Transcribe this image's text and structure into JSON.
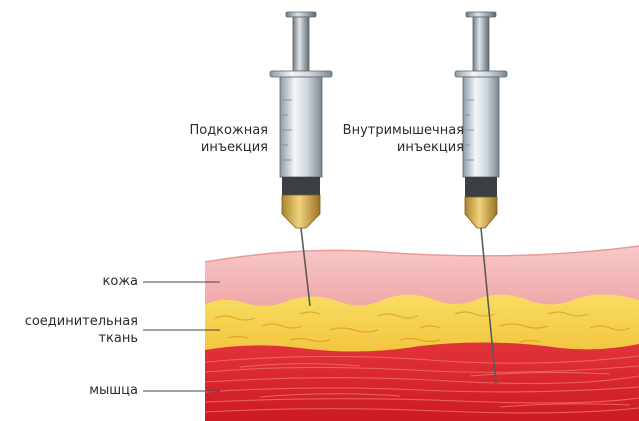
{
  "injections": {
    "subcutaneous": {
      "line1": "Подкожная",
      "line2": "инъекция"
    },
    "intramuscular": {
      "line1": "Внутримышечная",
      "line2": "инъекция"
    }
  },
  "layers": {
    "skin": "кожа",
    "connective_line1": "соединительная",
    "connective_line2": "ткань",
    "muscle": "мышца"
  },
  "colors": {
    "skin": "#f2a3a5",
    "skin_top": "#f7c6c4",
    "fat": "#f6cf3f",
    "muscle": "#d9202a",
    "needle": "#6b6b6b"
  }
}
